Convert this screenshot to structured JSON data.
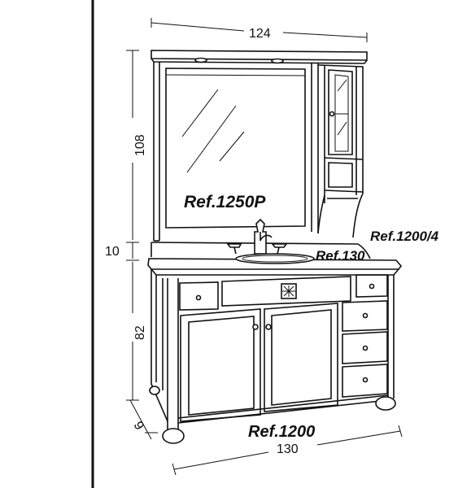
{
  "dimensions": {
    "top_width": "124",
    "mirror_height": "108",
    "backsplash_height": "10",
    "cabinet_height": "82",
    "base_height": "9",
    "base_width": "130"
  },
  "references": {
    "mirror": "Ref.1250P",
    "side_cabinet": "Ref.1200/4",
    "basin": "Ref.130",
    "vanity": "Ref.1200"
  }
}
